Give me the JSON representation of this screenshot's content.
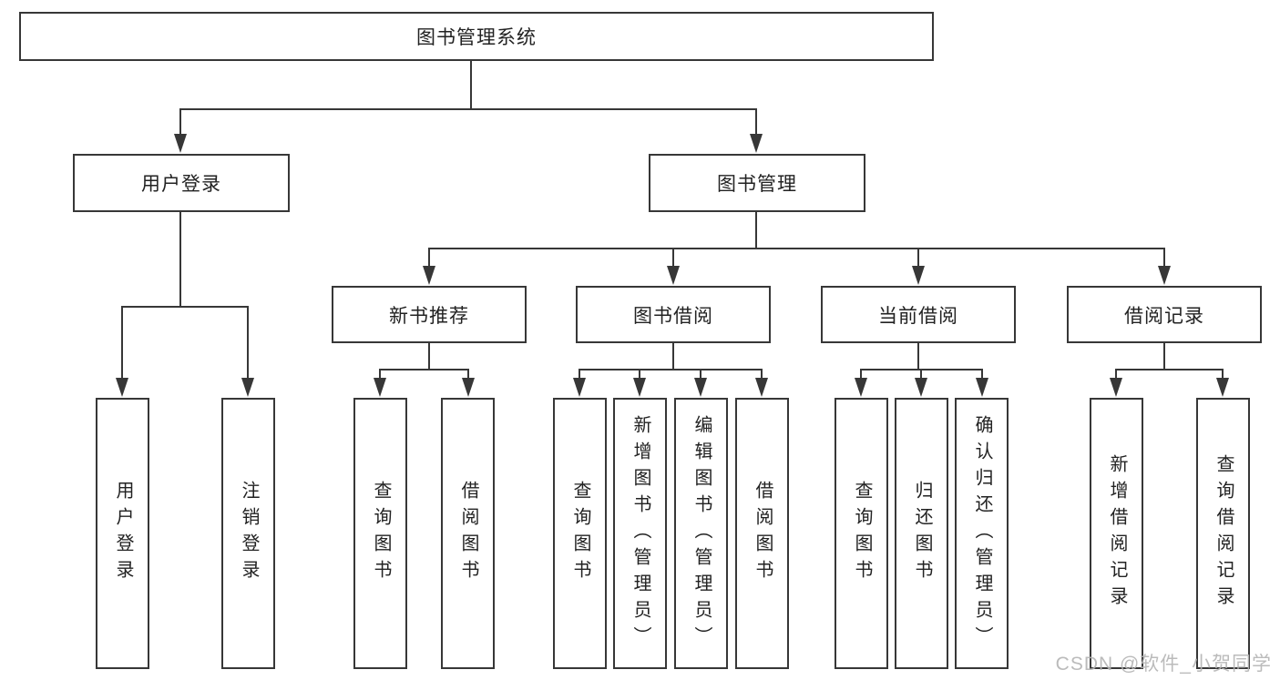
{
  "diagram": {
    "title_node": {
      "label": "图书管理系统"
    },
    "level1": [
      {
        "label": "用户登录"
      },
      {
        "label": "图书管理"
      }
    ],
    "level2": [
      {
        "label": "新书推荐"
      },
      {
        "label": "图书借阅"
      },
      {
        "label": "当前借阅"
      },
      {
        "label": "借阅记录"
      }
    ],
    "leaves": {
      "user_login": [
        {
          "label": "用户登录"
        },
        {
          "label": "注销登录"
        }
      ],
      "new_book": [
        {
          "label": "查询图书"
        },
        {
          "label": "借阅图书"
        }
      ],
      "borrow": [
        {
          "label": "查询图书"
        },
        {
          "label": "新增图书（管理员）"
        },
        {
          "label": "编辑图书（管理员）"
        },
        {
          "label": "借阅图书"
        }
      ],
      "current": [
        {
          "label": "查询图书"
        },
        {
          "label": "归还图书"
        },
        {
          "label": "确认归还（管理员）"
        }
      ],
      "records": [
        {
          "label": "新增借阅记录"
        },
        {
          "label": "查询借阅记录"
        }
      ]
    },
    "watermark": "CSDN @软件_小贺同学",
    "colors": {
      "line": "#373737",
      "box_border": "#373737",
      "box_fill": "#ffffff",
      "text": "#222222",
      "watermark": "#b4b4b4",
      "background": "#ffffff"
    }
  }
}
